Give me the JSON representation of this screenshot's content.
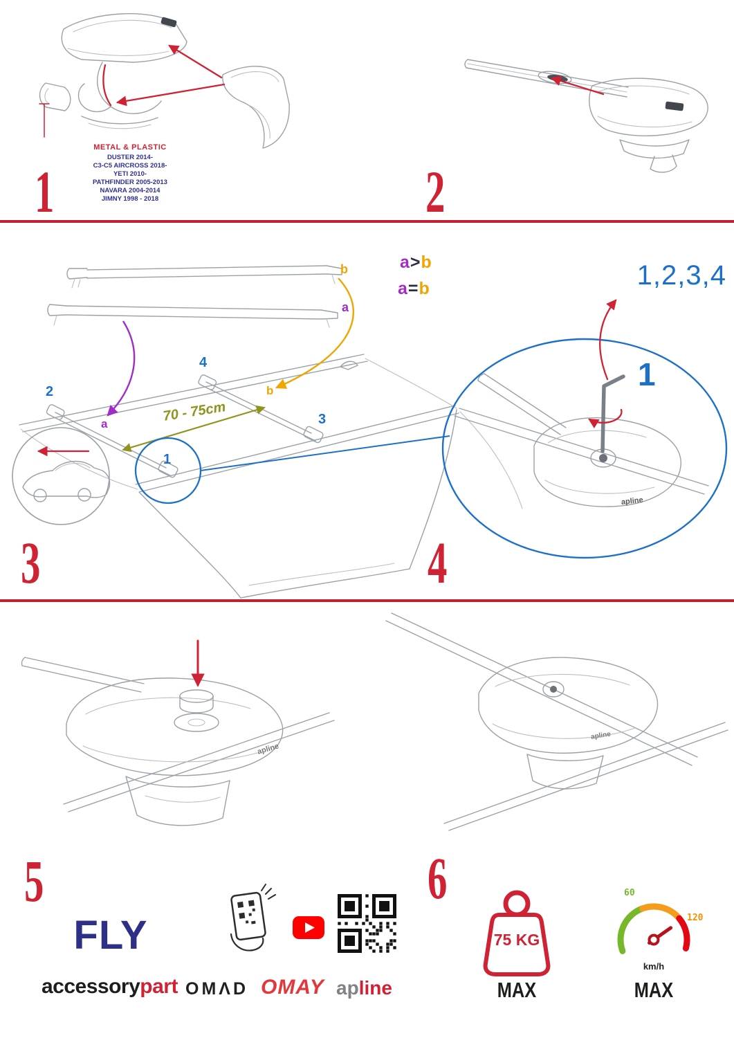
{
  "colors": {
    "accent_red": "#cf2234",
    "accent_blue": "#1d70c9",
    "accent_purple": "#a12cc6",
    "accent_orange": "#f0a500",
    "accent_olive": "#8f941c",
    "brand_navy": "#2d2f88",
    "youtube_red": "#ff0000",
    "speed_green": "#76b82a",
    "speed_orange": "#f59c1d",
    "speed_red": "#e30613"
  },
  "step1": {
    "number": "1",
    "material_label": "METAL & PLASTIC",
    "models": [
      "DUSTER 2014-",
      "C3-C5 AIRCROSS 2018-",
      "YETI 2010-",
      "PATHFINDER 2005-2013",
      "NAVARA 2004-2014",
      "JIMNY 1998 - 2018"
    ]
  },
  "step2": {
    "number": "2"
  },
  "step3": {
    "number": "3",
    "rule_top": {
      "a": "a",
      "op": ">",
      "b": "b"
    },
    "rule_bottom": {
      "a": "a",
      "op": "=",
      "b": "b"
    },
    "bar_label_a": "a",
    "bar_label_b": "b",
    "roof_label_a": "a",
    "roof_label_b": "b",
    "pos1": "1",
    "pos2": "2",
    "pos3": "3",
    "pos4": "4",
    "distance": "70 - 75cm"
  },
  "step4": {
    "number": "4",
    "sequence": "1,2,3,4",
    "position_big": "1",
    "foot_logo": "apline"
  },
  "step5": {
    "number": "5",
    "foot_logo": "apline"
  },
  "step6": {
    "number": "6",
    "foot_logo": "apline"
  },
  "footer": {
    "brand": "FLY",
    "company": {
      "black": "accessory",
      "red": "part"
    },
    "omad": "OMΛD",
    "omay": "OMAY",
    "apline": {
      "gray": "ap",
      "red": "line"
    },
    "weight": {
      "value": "75 KG",
      "label": "MAX"
    },
    "speed": {
      "low": "60",
      "high": "120",
      "unit": "km/h",
      "label": "MAX"
    }
  }
}
